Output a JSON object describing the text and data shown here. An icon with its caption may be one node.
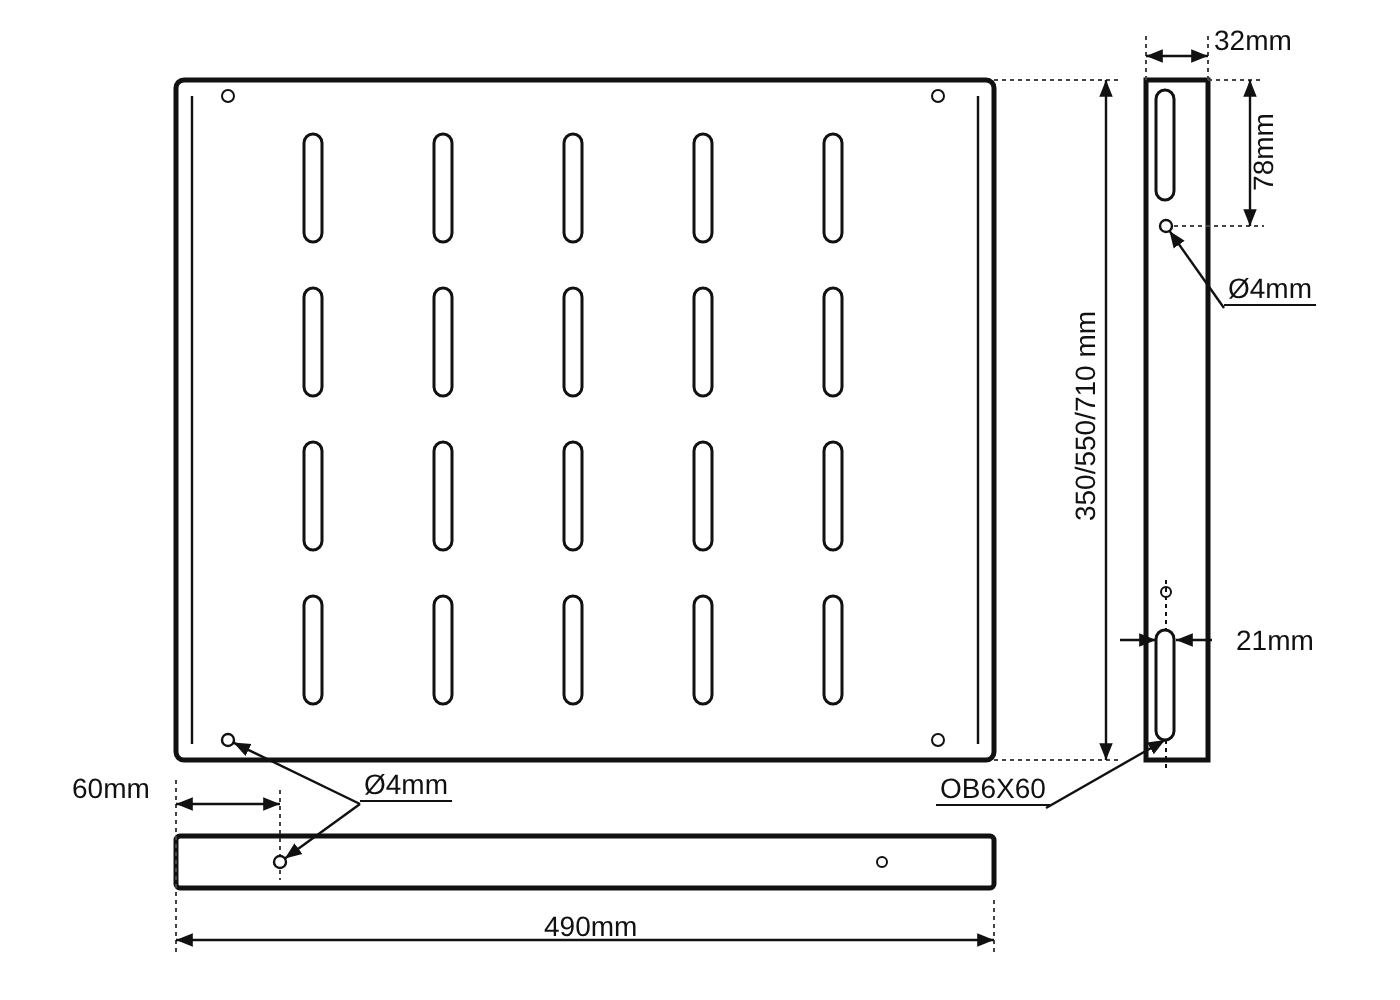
{
  "diagram": {
    "nodes": [
      {
        "text": [
          "Ø4mm"
        ]
      },
      {
        "text": [],
        "shape": "circle"
      },
      {
        "text": [
          "OB6X60"
        ]
      },
      {
        "text": [],
        "shape": "slot"
      },
      {
        "text": [
          "Ø4mm"
        ]
      },
      {
        "text": [],
        "shape": "circle"
      },
      {
        "text": [],
        "shape": "circle"
      }
    ],
    "edges": [
      {
        "from": 0,
        "to": 1,
        "arrow": "to"
      },
      {
        "from": 2,
        "to": 3,
        "arrow": "to"
      },
      {
        "from": 4,
        "to": 5,
        "arrow": "to"
      },
      {
        "from": 4,
        "to": 6,
        "arrow": "to"
      }
    ],
    "labels": [
      "32mm",
      "78mm",
      "350/550/710 mm",
      "21mm",
      "60mm",
      "490mm"
    ]
  }
}
